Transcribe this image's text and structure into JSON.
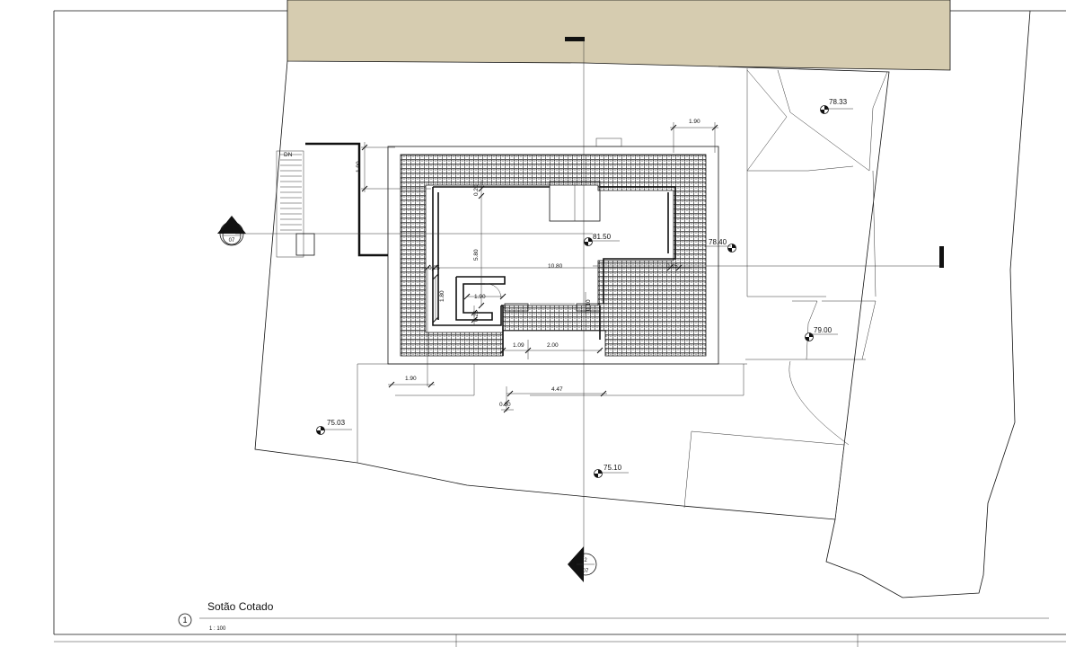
{
  "colors": {
    "terrain": "#d6ccb0",
    "ink": "#111111",
    "roof": "#5a5a5a",
    "background": "#ffffff"
  },
  "drawing": {
    "title": "Sotão Cotado",
    "view_number": "1",
    "scale": "1 : 100",
    "stair_label": "DN"
  },
  "sections": [
    {
      "id": "section-1",
      "number": "1",
      "sheet": "07"
    },
    {
      "id": "section-2",
      "number": "2",
      "sheet": "07"
    }
  ],
  "elevations": [
    {
      "id": "elev-8150",
      "value": "81.50"
    },
    {
      "id": "elev-7840",
      "value": "78.40"
    },
    {
      "id": "elev-7833",
      "value": "78.33"
    },
    {
      "id": "elev-7900",
      "value": "79.00"
    },
    {
      "id": "elev-7503",
      "value": "75.03"
    },
    {
      "id": "elev-7510",
      "value": "75.10"
    }
  ],
  "dimensions": {
    "top_right": "1.90",
    "left_vertical": "1.90",
    "top_inner": "0.20",
    "height": "5.80",
    "width": "10.80",
    "left_inner": "0.25",
    "right_inner": "0.15",
    "bay_height": "1.80",
    "bay_width": "1.90",
    "bay_bottom": "0.25",
    "center_small": "0.10",
    "opening_left": "1.09",
    "opening_width": "2.00",
    "bottom_left": "1.90",
    "bottom_right": "4.47",
    "bottom_small": "0.30"
  }
}
